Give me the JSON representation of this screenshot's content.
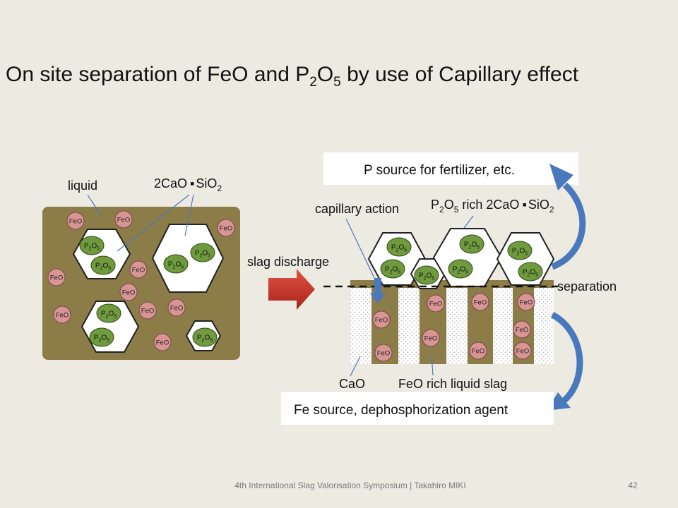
{
  "title": {
    "part1": "On site separation of FeO and P",
    "sub1": "2",
    "part2": "O",
    "sub2": "5",
    "part3": " by use of Capillary effect"
  },
  "labels": {
    "liquid": "liquid",
    "ca2si": "2CaO",
    "sio": "SiO",
    "sio_sub": "2",
    "slag_discharge": "slag discharge",
    "capillary_action": "capillary action",
    "p_rich_pre": "P",
    "p_rich_mid": "O",
    "p_rich_post": " rich 2CaO",
    "separation": "separation",
    "cao": "CaO",
    "feo_rich": "FeO rich liquid slag"
  },
  "boxes": {
    "top": "P source for fertilizer, etc.",
    "bottom": "Fe source, dephosphorization agent"
  },
  "particles": {
    "feo": "FeO",
    "p2o5_p": "P",
    "p2o5_o": "O",
    "sub2": "2",
    "sub5": "5"
  },
  "footer": {
    "text": "4th International Slag Valorisation Symposium | Takahiro MIKI",
    "page": "42"
  },
  "colors": {
    "slag": "#8c7c47",
    "feo_fill": "#d99494",
    "p2o5_fill": "#6f9a3d",
    "arrow_red": "#c0392b",
    "arrow_blue": "#4a78bd"
  }
}
